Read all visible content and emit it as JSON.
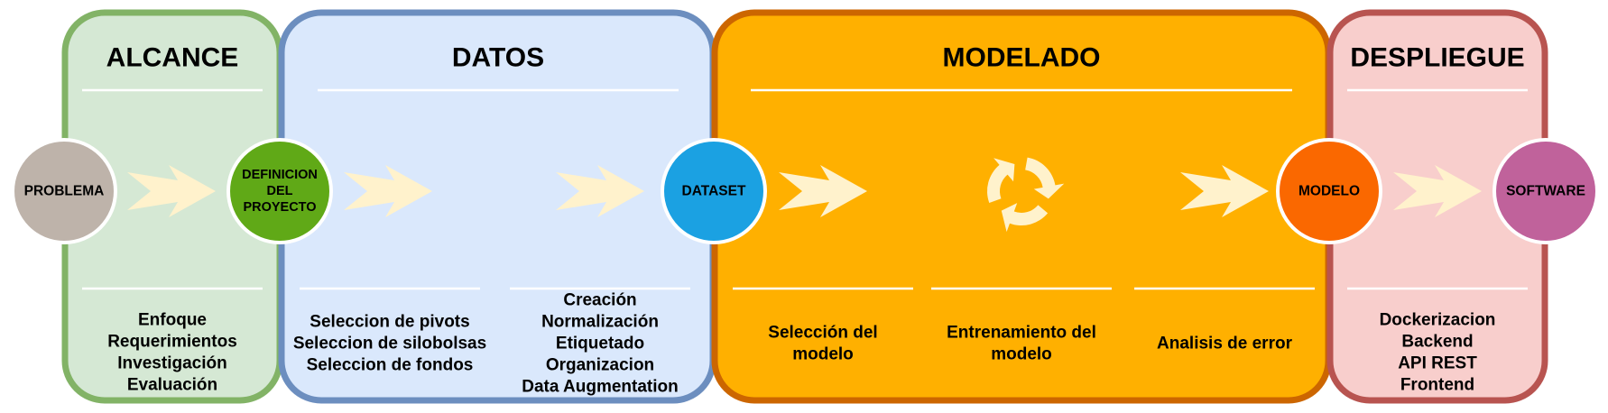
{
  "phases": [
    {
      "title": "ALCANCE",
      "fill": "#d5e8d4",
      "stroke": "#82b366",
      "groups": [
        {
          "lines": [
            "Enfoque",
            "Requerimientos",
            "Investigación",
            "Evaluación"
          ]
        }
      ]
    },
    {
      "title": "DATOS",
      "fill": "#dae8fc",
      "stroke": "#6c8ebf",
      "groups": [
        {
          "lines": [
            "Seleccion de pivots",
            "Seleccion de silobolsas",
            "Seleccion de fondos"
          ]
        },
        {
          "lines": [
            "Creación",
            "Normalización",
            "Etiquetado",
            "Organizacion",
            "Data Augmentation"
          ]
        }
      ]
    },
    {
      "title": "MODELADO",
      "fill": "#ffb000",
      "stroke": "#cc6600",
      "groups": [
        {
          "lines": [
            "Selección del",
            "modelo"
          ]
        },
        {
          "lines": [
            "Entrenamiento del",
            "modelo"
          ]
        },
        {
          "lines": [
            "Analisis de error"
          ]
        }
      ]
    },
    {
      "title": "DESPLIEGUE",
      "fill": "#f8cecc",
      "stroke": "#b85450",
      "groups": [
        {
          "lines": [
            "Dockerizacion",
            "Backend",
            "API REST",
            "Frontend"
          ]
        }
      ]
    }
  ],
  "milestones": [
    {
      "lines": [
        "PROBLEMA"
      ],
      "fill": "#beb3aa"
    },
    {
      "lines": [
        "DEFINICION",
        "DEL",
        "PROYECTO"
      ],
      "fill": "#60a917"
    },
    {
      "lines": [
        "DATASET"
      ],
      "fill": "#1ba1e2"
    },
    {
      "lines": [
        "MODELO"
      ],
      "fill": "#fa6800"
    },
    {
      "lines": [
        "SOFTWARE"
      ],
      "fill": "#c0629b"
    }
  ],
  "arrow_color": "#fff2cc",
  "cycle_icon": "recycle-icon"
}
